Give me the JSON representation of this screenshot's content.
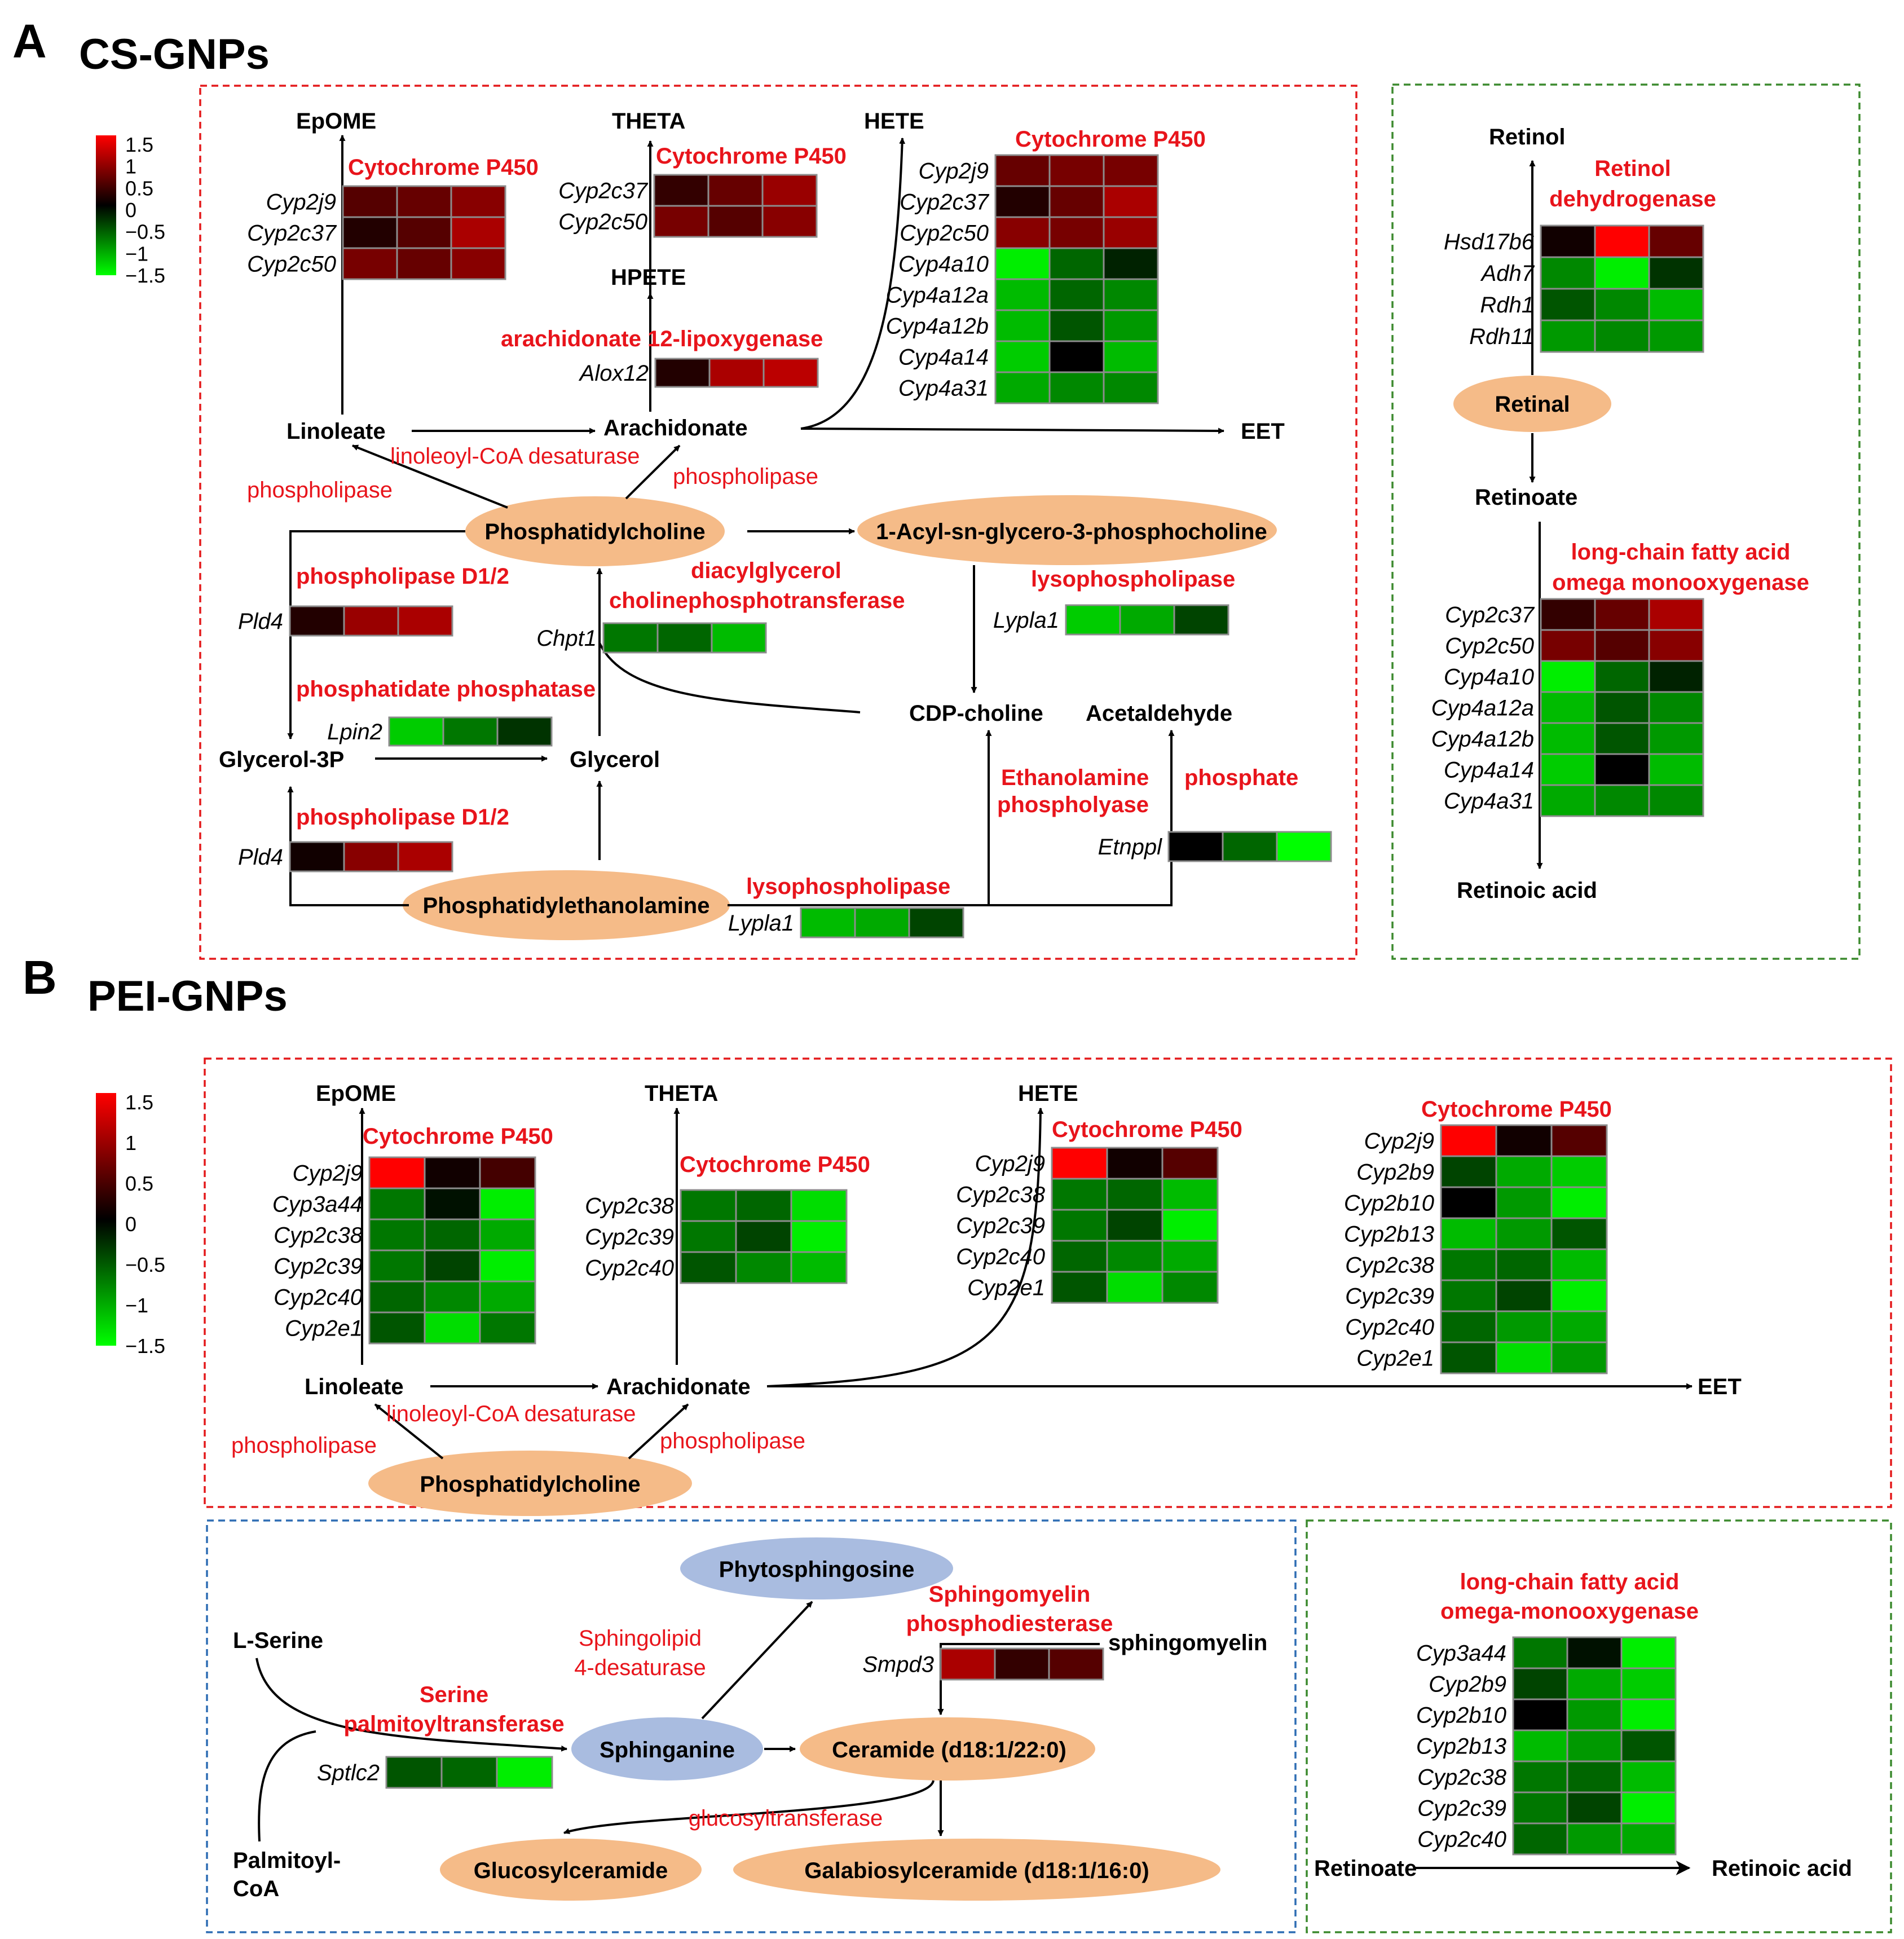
{
  "panels": {
    "A": {
      "letter": "A",
      "title": "CS-GNPs"
    },
    "B": {
      "letter": "B",
      "title": "PEI-GNPs"
    }
  },
  "colors": {
    "enzyme": "#e8141b",
    "metabolite": "#000000",
    "ellipse_orange": "#f5bb88",
    "ellipse_blue": "#a9bce0",
    "box_red": "#e41a1c",
    "box_green": "#3c8a2e",
    "box_blue": "#2e6db4",
    "cell_border": "#8c8c8c"
  },
  "legend": {
    "ticks": [
      "1.5",
      "1",
      "0.5",
      "0",
      "−0.5",
      "−1",
      "−1.5"
    ],
    "min": -1.5,
    "max": 1.5
  },
  "heatmaps": {
    "a_epome": {
      "genes": [
        "Cyp2j9",
        "Cyp2c37",
        "Cyp2c50"
      ],
      "values": [
        [
          0.5,
          0.6,
          0.8
        ],
        [
          0.2,
          0.5,
          1.0
        ],
        [
          0.7,
          0.6,
          0.8
        ]
      ]
    },
    "a_theta": {
      "genes": [
        "Cyp2c37",
        "Cyp2c50"
      ],
      "values": [
        [
          0.3,
          0.6,
          0.9
        ],
        [
          0.7,
          0.5,
          0.8
        ]
      ]
    },
    "a_hete": {
      "genes": [
        "Cyp2j9",
        "Cyp2c37",
        "Cyp2c50",
        "Cyp4a10",
        "Cyp4a12a",
        "Cyp4a12b",
        "Cyp4a14",
        "Cyp4a31"
      ],
      "values": [
        [
          0.6,
          0.7,
          0.7
        ],
        [
          0.2,
          0.6,
          1.0
        ],
        [
          0.8,
          0.7,
          0.9
        ],
        [
          -1.4,
          -0.6,
          -0.2
        ],
        [
          -1.1,
          -0.6,
          -0.8
        ],
        [
          -1.1,
          -0.5,
          -0.9
        ],
        [
          -1.2,
          0.0,
          -1.1
        ],
        [
          -1.0,
          -0.8,
          -0.8
        ]
      ]
    },
    "a_alox": {
      "genes": [
        "Alox12"
      ],
      "values": [
        [
          0.2,
          1.0,
          1.1
        ]
      ]
    },
    "a_pld4_top": {
      "genes": [
        "Pld4"
      ],
      "values": [
        [
          0.2,
          0.9,
          1.0
        ]
      ]
    },
    "a_chpt1": {
      "genes": [
        "Chpt1"
      ],
      "values": [
        [
          -0.7,
          -0.6,
          -1.1
        ]
      ]
    },
    "a_lpin2": {
      "genes": [
        "Lpin2"
      ],
      "values": [
        [
          -1.2,
          -0.7,
          -0.3
        ]
      ]
    },
    "a_lypla1_top": {
      "genes": [
        "Lypla1"
      ],
      "values": [
        [
          -1.2,
          -1.0,
          -0.4
        ]
      ]
    },
    "a_pld4_bot": {
      "genes": [
        "Pld4"
      ],
      "values": [
        [
          0.1,
          0.8,
          1.0
        ]
      ]
    },
    "a_lypla1_bot": {
      "genes": [
        "Lypla1"
      ],
      "values": [
        [
          -1.1,
          -1.0,
          -0.4
        ]
      ]
    },
    "a_etnppl": {
      "genes": [
        "Etnppl"
      ],
      "values": [
        [
          0.0,
          -0.6,
          -1.5
        ]
      ]
    },
    "a_retinol": {
      "genes": [
        "Hsd17b6",
        "Adh7",
        "Rdh1",
        "Rdh11"
      ],
      "values": [
        [
          0.1,
          1.5,
          0.6
        ],
        [
          -0.8,
          -1.4,
          -0.3
        ],
        [
          -0.5,
          -0.8,
          -1.1
        ],
        [
          -0.9,
          -0.8,
          -0.9
        ]
      ]
    },
    "a_retinoate": {
      "genes": [
        "Cyp2c37",
        "Cyp2c50",
        "Cyp4a10",
        "Cyp4a12a",
        "Cyp4a12b",
        "Cyp4a14",
        "Cyp4a31"
      ],
      "values": [
        [
          0.3,
          0.6,
          1.0
        ],
        [
          0.7,
          0.5,
          0.8
        ],
        [
          -1.4,
          -0.6,
          -0.2
        ],
        [
          -1.1,
          -0.5,
          -0.8
        ],
        [
          -1.1,
          -0.5,
          -0.9
        ],
        [
          -1.2,
          0.0,
          -1.1
        ],
        [
          -1.0,
          -0.8,
          -0.8
        ]
      ]
    },
    "b_epome": {
      "genes": [
        "Cyp2j9",
        "Cyp3a44",
        "Cyp2c38",
        "Cyp2c39",
        "Cyp2c40",
        "Cyp2e1"
      ],
      "values": [
        [
          1.5,
          0.1,
          0.4
        ],
        [
          -0.7,
          -0.1,
          -1.4
        ],
        [
          -0.7,
          -0.6,
          -1.0
        ],
        [
          -0.7,
          -0.4,
          -1.4
        ],
        [
          -0.6,
          -0.8,
          -1.0
        ],
        [
          -0.5,
          -1.3,
          -0.7
        ]
      ]
    },
    "b_theta": {
      "genes": [
        "Cyp2c38",
        "Cyp2c39",
        "Cyp2c40"
      ],
      "values": [
        [
          -0.7,
          -0.6,
          -1.3
        ],
        [
          -0.7,
          -0.4,
          -1.4
        ],
        [
          -0.5,
          -0.8,
          -1.1
        ]
      ]
    },
    "b_hete": {
      "genes": [
        "Cyp2j9",
        "Cyp2c38",
        "Cyp2c39",
        "Cyp2c40",
        "Cyp2e1"
      ],
      "values": [
        [
          1.5,
          0.1,
          0.5
        ],
        [
          -0.7,
          -0.6,
          -1.1
        ],
        [
          -0.7,
          -0.4,
          -1.4
        ],
        [
          -0.6,
          -0.8,
          -1.0
        ],
        [
          -0.5,
          -1.3,
          -0.8
        ]
      ]
    },
    "b_cyp": {
      "genes": [
        "Cyp2j9",
        "Cyp2b9",
        "Cyp2b10",
        "Cyp2b13",
        "Cyp2c38",
        "Cyp2c39",
        "Cyp2c40",
        "Cyp2e1"
      ],
      "values": [
        [
          1.5,
          0.1,
          0.5
        ],
        [
          -0.4,
          -1.0,
          -1.2
        ],
        [
          0.0,
          -0.9,
          -1.4
        ],
        [
          -1.1,
          -0.9,
          -0.5
        ],
        [
          -0.7,
          -0.6,
          -1.1
        ],
        [
          -0.7,
          -0.4,
          -1.4
        ],
        [
          -0.6,
          -0.9,
          -1.0
        ],
        [
          -0.5,
          -1.3,
          -0.9
        ]
      ]
    },
    "b_smpd3": {
      "genes": [
        "Smpd3"
      ],
      "values": [
        [
          1.0,
          0.3,
          0.5
        ]
      ]
    },
    "b_sptlc2": {
      "genes": [
        "Sptlc2"
      ],
      "values": [
        [
          -0.5,
          -0.6,
          -1.4
        ]
      ]
    },
    "b_retinoate": {
      "genes": [
        "Cyp3a44",
        "Cyp2b9",
        "Cyp2b10",
        "Cyp2b13",
        "Cyp2c38",
        "Cyp2c39",
        "Cyp2c40"
      ],
      "values": [
        [
          -0.7,
          -0.1,
          -1.4
        ],
        [
          -0.4,
          -1.0,
          -1.2
        ],
        [
          0.0,
          -0.9,
          -1.4
        ],
        [
          -1.1,
          -0.9,
          -0.5
        ],
        [
          -0.7,
          -0.6,
          -1.1
        ],
        [
          -0.7,
          -0.4,
          -1.4
        ],
        [
          -0.6,
          -0.9,
          -1.0
        ]
      ]
    }
  },
  "nodes": {
    "a_epome": "EpOME",
    "a_theta": "THETA",
    "a_hete": "HETE",
    "a_hpete": "HPETE",
    "a_linoleate": "Linoleate",
    "a_arachidonate": "Arachidonate",
    "a_eet": "EET",
    "a_pc": "Phosphatidylcholine",
    "a_acyl": "1-Acyl-sn-glycero-3-phosphocholine",
    "a_cdp": "CDP-choline",
    "a_acetaldehyde": "Acetaldehyde",
    "a_g3p": "Glycerol-3P",
    "a_glycerol": "Glycerol",
    "a_pe": "Phosphatidylethanolamine",
    "a_retinol": "Retinol",
    "a_retinal": "Retinal",
    "a_retinoate": "Retinoate",
    "a_retinoic": "Retinoic acid",
    "b_epome": "EpOME",
    "b_theta": "THETA",
    "b_hete": "HETE",
    "b_linoleate": "Linoleate",
    "b_arachidonate": "Arachidonate",
    "b_eet": "EET",
    "b_pc": "Phosphatidylcholine",
    "b_phyto": "Phytosphingosine",
    "b_serine": "L-Serine",
    "b_palmitoyl1": "Palmitoyl-",
    "b_palmitoyl2": "CoA",
    "b_sphinganine": "Sphinganine",
    "b_ceramide": "Ceramide (d18:1/22:0)",
    "b_sphingomyelin": "sphingomyelin",
    "b_glucosyl": "Glucosylceramide",
    "b_galabiosyl": "Galabiosylceramide (d18:1/16:0)",
    "b_retinoate": "Retinoate",
    "b_retinoic": "Retinoic acid"
  },
  "enzymes": {
    "a_cyp1": "Cytochrome P450",
    "a_cyp2": "Cytochrome P450",
    "a_cyp3": "Cytochrome P450",
    "a_alox": "arachidonate 12-lipoxygenase",
    "a_pld_top": "phospholipase D1/2",
    "a_pld_bot": "phospholipase D1/2",
    "a_dag1": "diacylglycerol",
    "a_dag2": "cholinephosphotransferase",
    "a_lyso_top": "lysophospholipase",
    "a_lyso_bot": "lysophospholipase",
    "a_pap": "phosphatidate phosphatase",
    "a_eth1": "Ethanolamine",
    "a_eth2": "phosphate",
    "a_eth3": "phospholyase",
    "a_retdh1": "Retinol",
    "a_retdh2": "dehydrogenase",
    "a_lcfa1": "long-chain fatty acid",
    "a_lcfa2": "omega monooxygenase",
    "b_cyp1": "Cytochrome P450",
    "b_cyp2": "Cytochrome P450",
    "b_cyp3": "Cytochrome P450",
    "b_cyp4": "Cytochrome P450",
    "b_sm1": "Sphingomyelin",
    "b_sm2": "phosphodiesterase",
    "b_spt1": "Serine",
    "b_spt2": "palmitoyltransferase",
    "b_lcfa1": "long-chain fatty acid",
    "b_lcfa2": "omega-monooxygenase"
  },
  "light_labels": {
    "a_lcd": "linoleoyl-CoA desaturase",
    "a_pl1": "phospholipase",
    "a_pl2": "phospholipase",
    "b_lcd": "linoleoyl-CoA desaturase",
    "b_pl1": "phospholipase",
    "b_pl2": "phospholipase",
    "b_sd1": "Sphingolipid",
    "b_sd2": "4-desaturase",
    "b_gt": "glucosyltransferase"
  }
}
